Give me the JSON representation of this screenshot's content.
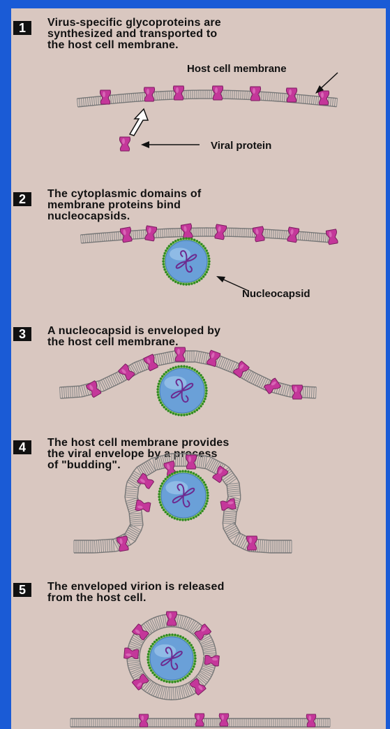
{
  "steps": [
    {
      "number": "1",
      "caption": "Virus-specific glycoproteins are\nsynthesized and transported to\nthe host cell membrane."
    },
    {
      "number": "2",
      "caption": "The cytoplasmic domains of\nmembrane proteins bind\nnucleocapsids."
    },
    {
      "number": "3",
      "caption": "A nucleocapsid is enveloped by\nthe host cell membrane."
    },
    {
      "number": "4",
      "caption": "The host cell membrane provides\nthe viral envelope by a process\nof \"budding\"."
    },
    {
      "number": "5",
      "caption": "The enveloped virion is released\nfrom the host cell."
    }
  ],
  "labels": {
    "host_cell_membrane": "Host cell membrane",
    "viral_protein": "Viral protein",
    "nucleocapsid": "Nucleocapsid"
  },
  "colors": {
    "background": "#1a5bd6",
    "panel": "#d9c7c0",
    "viral_protein": "#c4379a",
    "lipid_bilayer": "#9a9a9a",
    "nucleocapsid_core": "#6aa0d8",
    "capsid_rim": "#5cb83a",
    "nucleic_acid": "#6d2a8f"
  }
}
